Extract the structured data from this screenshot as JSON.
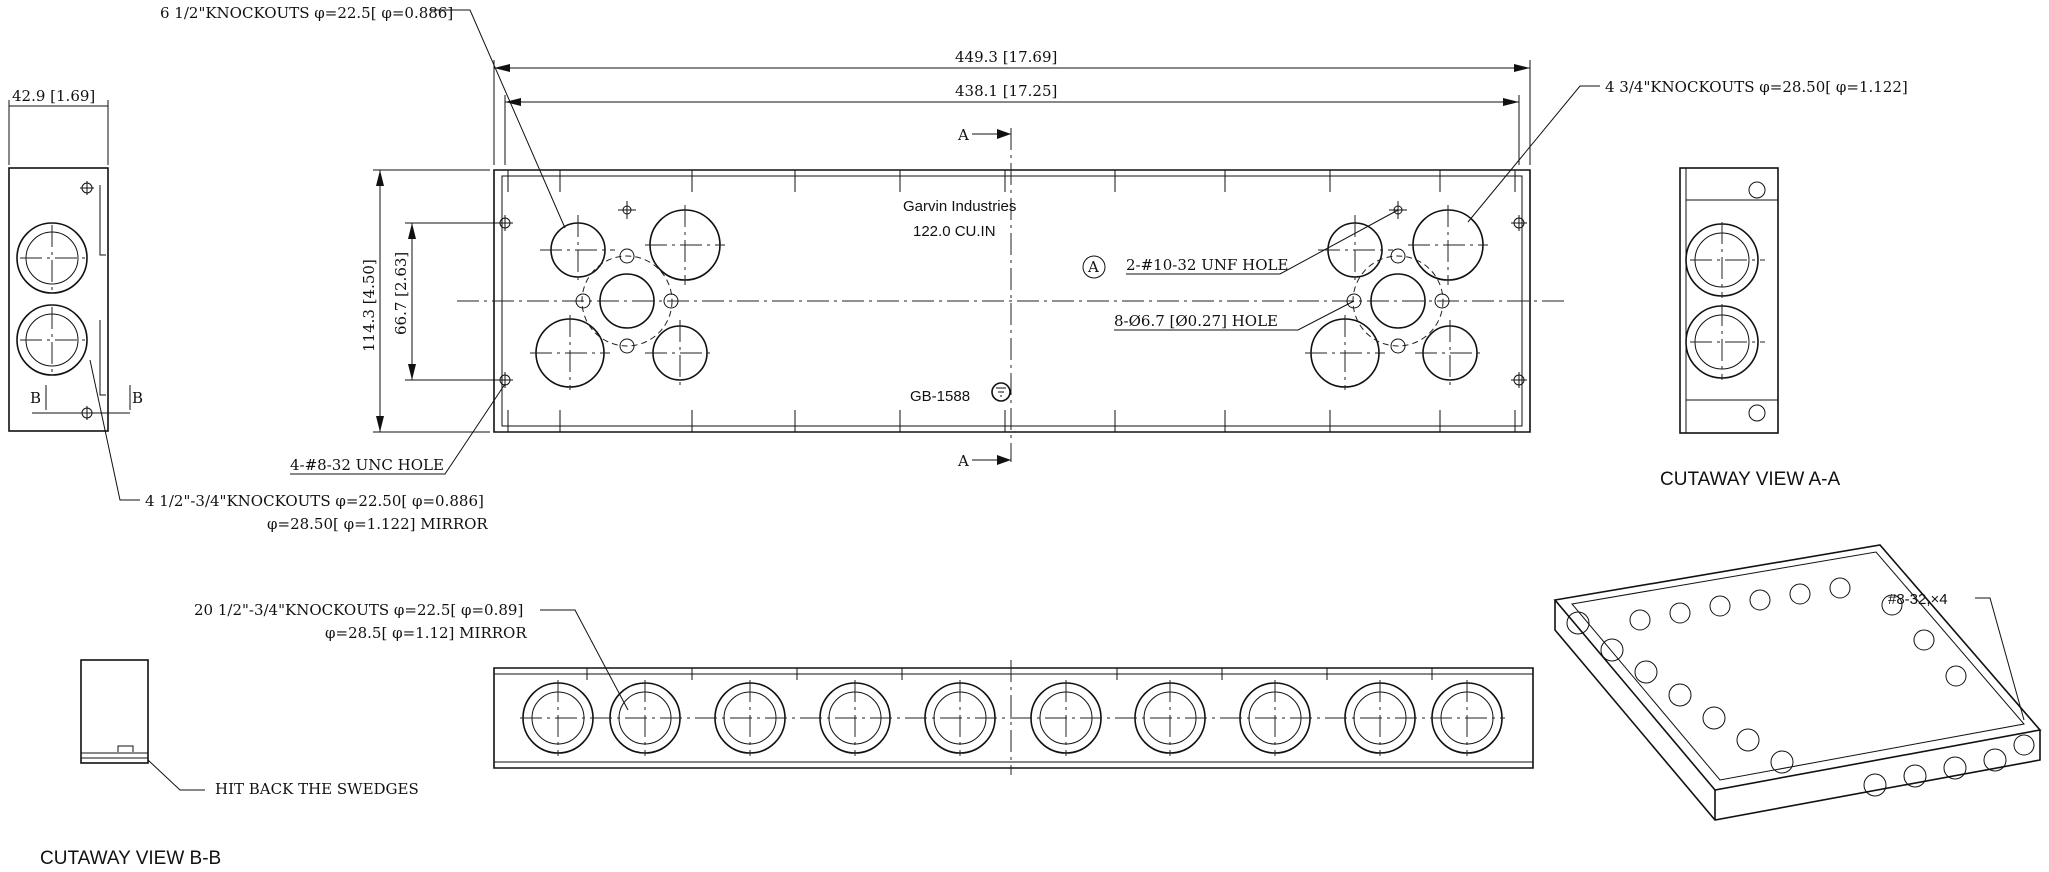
{
  "dimensions": {
    "overall_length": "449.3 [17.69]",
    "inner_length": "438.1 [17.25]",
    "side_depth": "42.9 [1.69]",
    "height": "114.3 [4.50]",
    "hole_spacing": "66.7 [2.63]"
  },
  "callouts": {
    "top_left_ko": "6  1/2\"KNOCKOUTS  φ=22.5[ φ=0.886]",
    "top_right_ko": "4   3/4\"KNOCKOUTS  φ=28.50[ φ=1.122]",
    "unf_hole": "2-#10-32 UNF HOLE",
    "small_hole": "8-Ø6.7 [Ø0.27] HOLE",
    "unc_hole": "4-#8-32 UNC  HOLE",
    "side_ko_line1": "4 1/2\"-3/4\"KNOCKOUTS  φ=22.50[ φ=0.886]",
    "side_ko_line2": "φ=28.50[ φ=1.122] MIRROR",
    "front_ko_line1": "20 1/2\"-3/4\"KNOCKOUTS  φ=22.5[ φ=0.89]",
    "front_ko_line2": "φ=28.5[ φ=1.12]  MIRROR",
    "swedges": "HIT BACK THE SWEDGES",
    "iso_screw": "#8-32,×4",
    "datum_a": "A"
  },
  "marks": {
    "brand": "Garvin Industries",
    "volume": "122.0 CU.IN",
    "part_no": "GB-1588",
    "section_a": "A",
    "section_b": "B"
  },
  "titles": {
    "cutaway_aa": "CUTAWAY VIEW A-A",
    "cutaway_bb": "CUTAWAY VIEW B-B"
  }
}
